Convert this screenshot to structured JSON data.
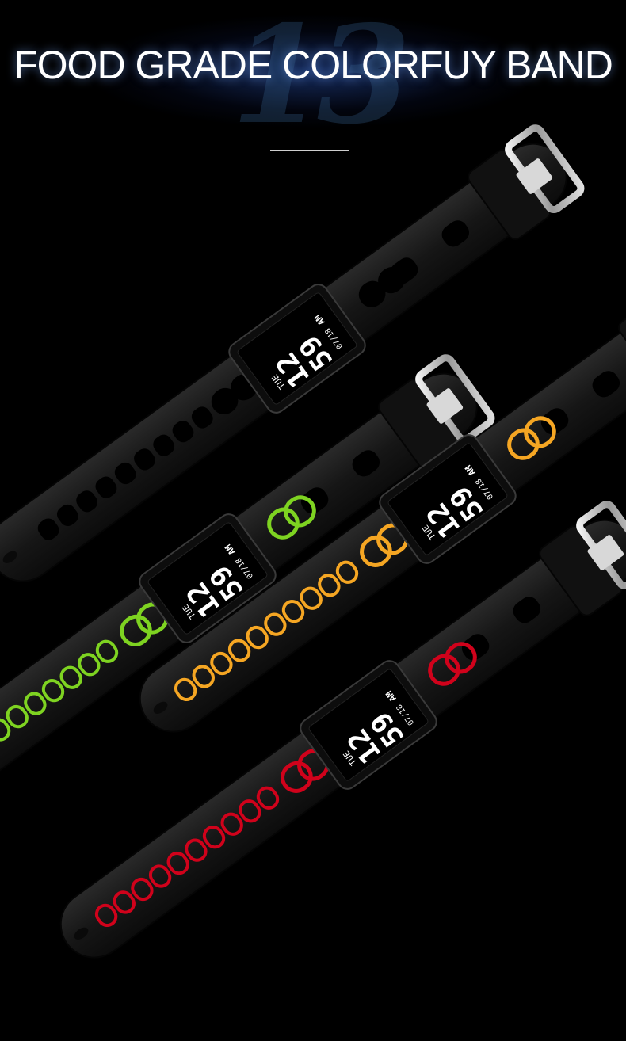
{
  "banner": {
    "watermark_number": "13",
    "headline": "FOOD GRADE COLORFUY BAND"
  },
  "bands": [
    {
      "name": "black",
      "accent": "#1a1a1a"
    },
    {
      "name": "green",
      "accent": "#7ed321"
    },
    {
      "name": "orange",
      "accent": "#f5a623"
    },
    {
      "name": "red",
      "accent": "#d0021b"
    }
  ],
  "display": {
    "day": "TUE",
    "time_hours": "12",
    "time_minutes": "59",
    "date": "07/18",
    "meridiem": "AM"
  }
}
